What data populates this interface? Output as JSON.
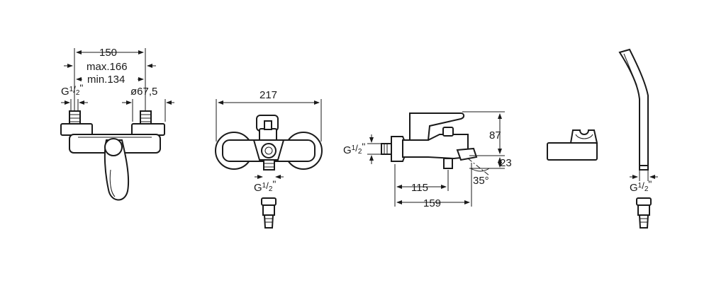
{
  "dimensions": {
    "front_width": "150",
    "front_max": "max.166",
    "front_min": "min.134",
    "front_thread": "G",
    "front_diameter": "ø67,5",
    "side_width": "217",
    "side_thread": "G",
    "profile_thread": "G",
    "profile_height": "87",
    "profile_spout_height": "23",
    "profile_angle": "35°",
    "profile_depth_1": "115",
    "profile_depth_2": "159",
    "shower_thread": "G"
  },
  "thread_fraction": {
    "num": "1",
    "den": "2",
    "inch": "\""
  }
}
